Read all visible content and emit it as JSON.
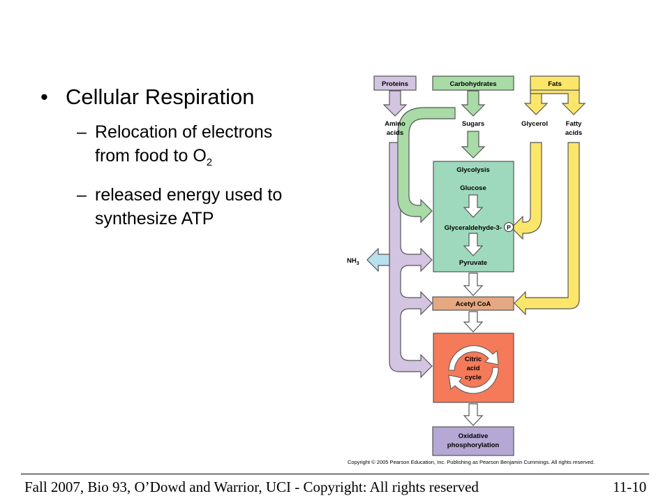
{
  "bullets": {
    "main": "Cellular Respiration",
    "sub1": {
      "text": "Relocation of electrons from food to O",
      "subscript": "2"
    },
    "sub2": "released energy used to synthesize ATP"
  },
  "diagram": {
    "proteins": "Proteins",
    "carbohydrates": "Carbohydrates",
    "fats": "Fats",
    "amino": "Amino",
    "acids": "acids",
    "sugars": "Sugars",
    "glycerol": "Glycerol",
    "fatty": "Fatty",
    "fatty_acids": "acids",
    "glycolysis": "Glycolysis",
    "glucose": "Glucose",
    "g3p": "Glyceraldehyde-3-",
    "phosphate": "P",
    "pyruvate": "Pyruvate",
    "nh3": "NH",
    "nh3_sub": "3",
    "acetyl_coa": "Acetyl CoA",
    "citric": "Citric",
    "acid": "acid",
    "cycle": "cycle",
    "oxidative": "Oxidative",
    "phosphorylation": "phosphorylation",
    "copyright": "Copyright © 2005 Pearson Education, Inc. Publishing as Pearson Benjamin Cummings. All rights reserved."
  },
  "footer": {
    "text": "Fall 2007, Bio 93, O’Dowd and Warrior, UCI - Copyright: All rights reserved",
    "slide_number": "11-10"
  },
  "colors": {
    "proteins": "#d3c4e2",
    "carbohydrates": "#a8dba6",
    "fats": "#fbe66a",
    "glycolysis": "#9fd9bd",
    "acetyl": "#e6a882",
    "citric": "#f47a5a",
    "oxidative": "#b5a8d4",
    "nh3": "#b8e0ee"
  }
}
